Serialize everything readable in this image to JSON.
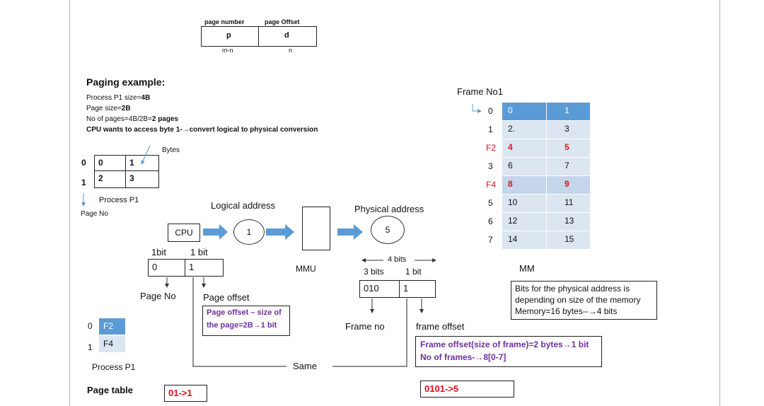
{
  "address_format": {
    "labels": [
      "page number",
      "page Offset"
    ],
    "values": [
      "p",
      "d"
    ],
    "bits": [
      "m-n",
      "n"
    ]
  },
  "example": {
    "title": "Paging example:",
    "lines": [
      {
        "text": "Process P1 size=",
        "bold": "4B"
      },
      {
        "text": "Page size=",
        "bold": "2B"
      },
      {
        "text": "No of pages=4B/2B=",
        "bold": "2 pages"
      },
      {
        "text": "",
        "bold": "CPU wants to access byte 1-→convert logical to physical conversion"
      }
    ]
  },
  "process": {
    "bytes_label": "Bytes",
    "row_indices": [
      "0",
      "1"
    ],
    "cells": [
      [
        "0",
        "1"
      ],
      [
        "2",
        "3"
      ]
    ],
    "name": "Process P1",
    "page_no_label": "Page No"
  },
  "flow": {
    "logical_label": "Logical address",
    "physical_label": "Physical address",
    "cpu": "CPU",
    "logical_value": "1",
    "physical_value": "5",
    "mmu": "MMU"
  },
  "logical_split": {
    "bit_labels": [
      "1bit",
      "1 bit"
    ],
    "values": [
      "0",
      "1"
    ],
    "page_no": "Page No",
    "page_offset": "Page offset",
    "note": [
      "Page offset – size of",
      "the page=2B→1 bit"
    ]
  },
  "physical_split": {
    "total_bits": "4 bits",
    "bit_labels": [
      "3 bits",
      "1 bit"
    ],
    "values": [
      "010",
      "1"
    ],
    "frame_no": "Frame no",
    "frame_offset": "frame offset",
    "note": [
      "Frame offset(size of frame)=2 bytes→1 bit",
      "No of frames-→8[0-7]"
    ]
  },
  "page_table": {
    "indices": [
      "0",
      "1"
    ],
    "entries": [
      "F2",
      "F4"
    ],
    "process": "Process P1",
    "title": "Page table",
    "result": "01->1"
  },
  "same_label": "Same",
  "physical_result": "0101->5",
  "memory": {
    "title": "Frame No1",
    "frames": [
      {
        "label": "0",
        "a": "0",
        "b": "1",
        "style": "blue",
        "red": false
      },
      {
        "label": "1",
        "a": "2.",
        "b": "3",
        "style": "light",
        "red": false
      },
      {
        "label": "F2",
        "a": "4",
        "b": "5",
        "style": "light",
        "red": true
      },
      {
        "label": "3",
        "a": "6",
        "b": "7",
        "style": "light",
        "red": false
      },
      {
        "label": "F4",
        "a": "8",
        "b": "9",
        "style": "mid",
        "red": true
      },
      {
        "label": "5",
        "a": "10",
        "b": "11",
        "style": "light",
        "red": false
      },
      {
        "label": "6",
        "a": "12",
        "b": "13",
        "style": "light",
        "red": false
      },
      {
        "label": "7",
        "a": "14",
        "b": "15",
        "style": "light",
        "red": false
      }
    ],
    "mm_label": "MM",
    "note": [
      "Bits for the physical address is",
      "depending on size of the memory",
      "Memory=16 bytes--→4 bits"
    ]
  }
}
